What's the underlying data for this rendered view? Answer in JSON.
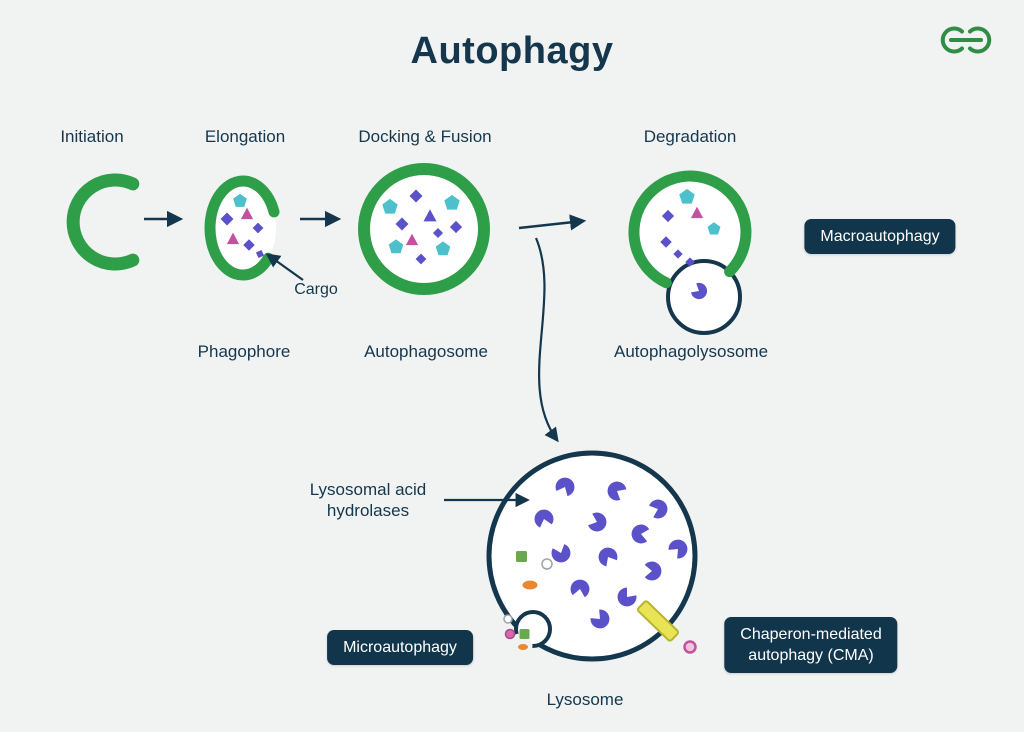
{
  "header": {
    "title": "Autophagy"
  },
  "stages": {
    "initiation": "Initiation",
    "elongation": "Elongation",
    "docking": "Docking & Fusion",
    "degradation": "Degradation"
  },
  "labels": {
    "cargo": "Cargo",
    "phagophore": "Phagophore",
    "autophagosome": "Autophagosome",
    "autophagolysosome": "Autophagolysosome",
    "hydrolases_line1": "Lysosomal acid",
    "hydrolases_line2": "hydrolases",
    "lysosome": "Lysosome"
  },
  "badges": {
    "macroautophagy": "Macroautophagy",
    "microautophagy": "Microautophagy",
    "cma_line1": "Chaperon-mediated",
    "cma_line2": "autophagy (CMA)"
  },
  "icons": {
    "logo": "geeksforgeeks-logo",
    "enzyme": "hydrolase-pacman-icon",
    "cargo_shapes": "pentagon-diamond-triangle-icons"
  },
  "colors": {
    "background": "#f1f2f2",
    "navy": "#14374d",
    "badge_navy": "#11364b",
    "green": "#2f9e48",
    "purple": "#5b51c9",
    "teal": "#4cc0cb",
    "pink": "#c2519e",
    "yellow": "#e8e455",
    "orange": "#e8892f",
    "leaf_green": "#6aa84f"
  }
}
